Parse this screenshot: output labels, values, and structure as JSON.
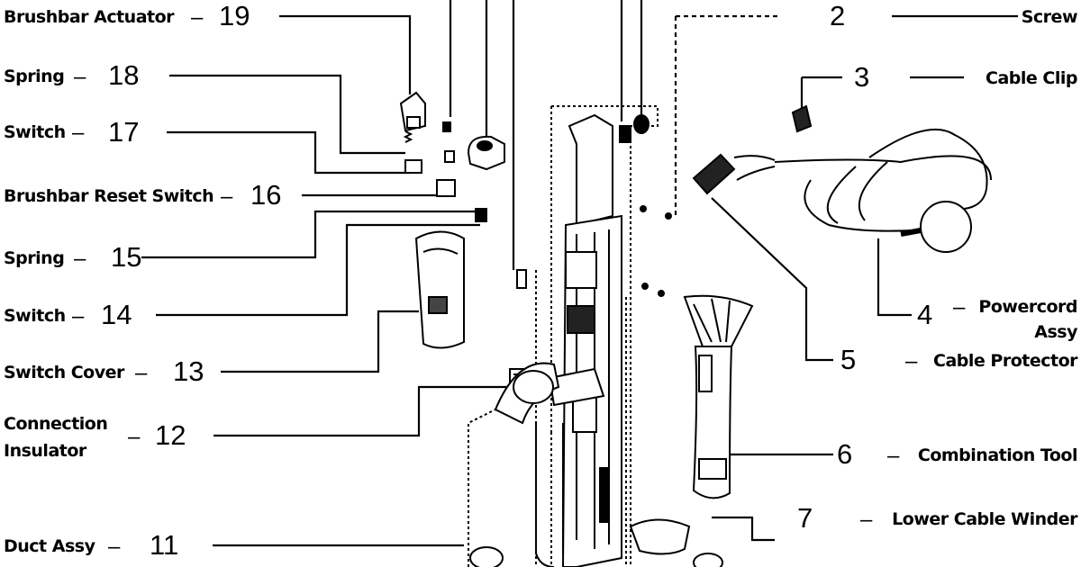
{
  "callouts": [
    {
      "number": "19",
      "label": "Brushbar Actuator"
    },
    {
      "number": "18",
      "label": "Spring"
    },
    {
      "number": "17",
      "label": "Switch"
    },
    {
      "number": "16",
      "label": "Brushbar Reset Switch"
    },
    {
      "number": "15",
      "label": "Spring"
    },
    {
      "number": "14",
      "label": "Switch"
    },
    {
      "number": "13",
      "label": "Switch Cover"
    },
    {
      "number": "12",
      "label_line1": "Connection",
      "label_line2": "Insulator"
    },
    {
      "number": "11",
      "label": "Duct Assy"
    },
    {
      "number": "2",
      "label": "Screw"
    },
    {
      "number": "3",
      "label": "Cable Clip"
    },
    {
      "number": "4",
      "label_line1": "Powercord",
      "label_line2": "Assy"
    },
    {
      "number": "5",
      "label": "Cable Protector"
    },
    {
      "number": "6",
      "label": "Combination Tool"
    },
    {
      "number": "7",
      "label": "Lower Cable Winder"
    }
  ],
  "dash": "–"
}
